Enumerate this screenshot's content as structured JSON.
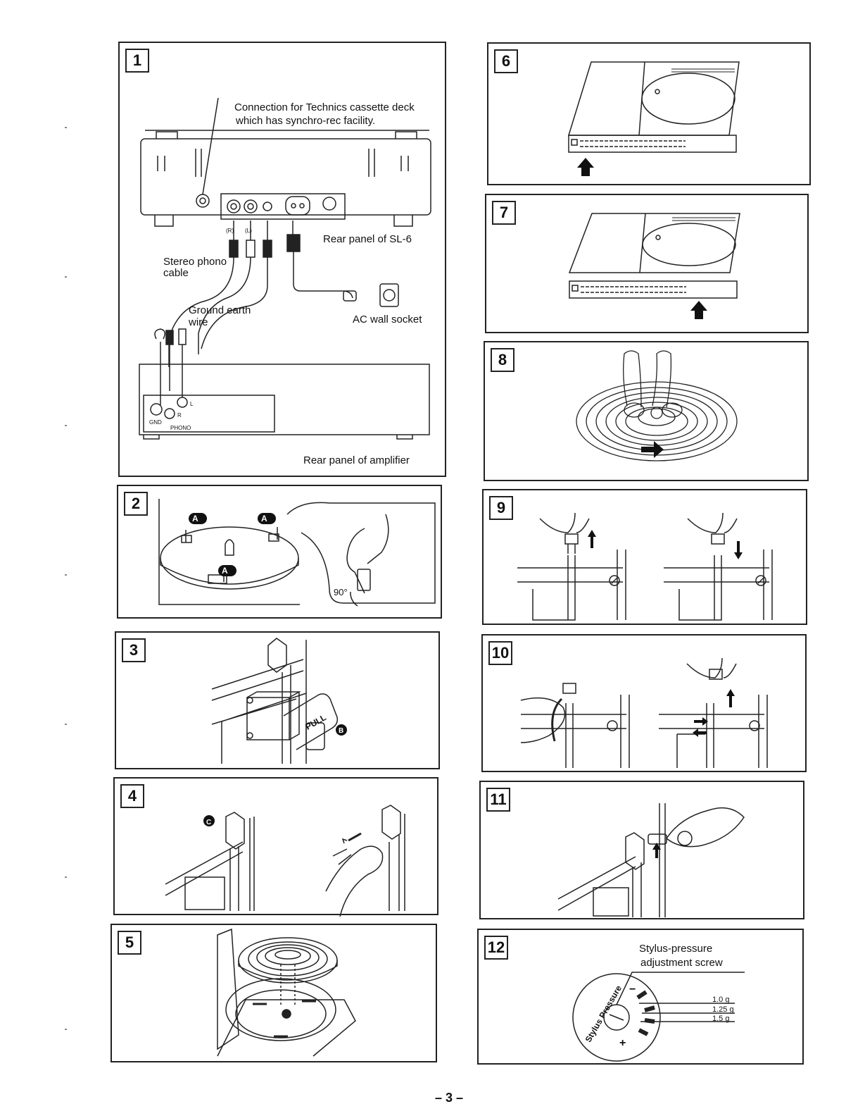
{
  "steps": {
    "s1": {
      "number": "1",
      "connection_note_line1": "Connection for Technics cassette deck",
      "connection_note_line2": "which has synchro-rec facility.",
      "rear_panel_sl6": "Rear panel of SL-6",
      "stereo_phono_cable_line1": "Stereo phono",
      "stereo_phono_cable_line2": "cable",
      "ground_earth_wire_line1": "Ground earth",
      "ground_earth_wire_line2": "wire",
      "ac_wall_socket": "AC wall socket",
      "rear_panel_amplifier": "Rear panel of amplifier",
      "jack_gnd": "GND",
      "jack_l": "L",
      "jack_r": "R",
      "jack_phono": "PHONO",
      "plug_r": "(R)",
      "plug_l": "(L)"
    },
    "s2": {
      "number": "2",
      "marker_a1": "A",
      "marker_a2": "A",
      "marker_a3": "A",
      "angle": "90°"
    },
    "s3": {
      "number": "3",
      "pull_text": "PULL",
      "marker_b": "B"
    },
    "s4": {
      "number": "4",
      "marker_c": "C"
    },
    "s5": {
      "number": "5"
    },
    "s6": {
      "number": "6"
    },
    "s7": {
      "number": "7"
    },
    "s8": {
      "number": "8"
    },
    "s9": {
      "number": "9"
    },
    "s10": {
      "number": "10"
    },
    "s11": {
      "number": "11"
    },
    "s12": {
      "number": "12",
      "screw_label_line1": "Stylus-pressure",
      "screw_label_line2": "adjustment screw",
      "dial_text": "Stylus Pressure",
      "minus": "−",
      "plus": "+",
      "w1": "1.0 g",
      "w2": "1.25 g",
      "w3": "1.5 g"
    }
  },
  "footer": {
    "page_number": "– 3 –"
  }
}
